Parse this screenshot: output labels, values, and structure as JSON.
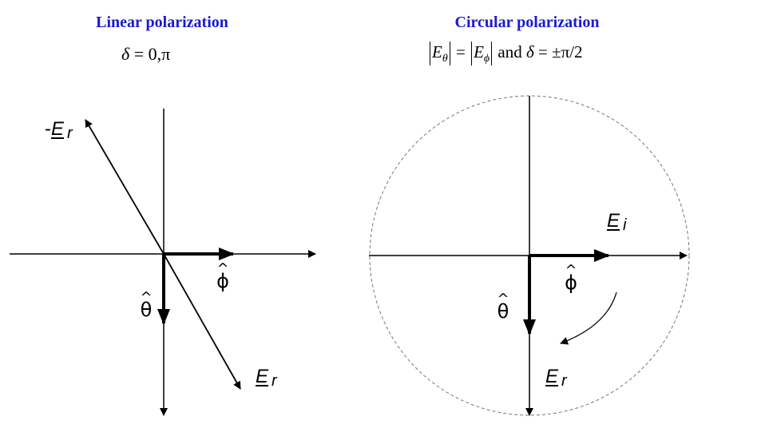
{
  "linear": {
    "title": "Linear polarization",
    "formula": {
      "delta": "δ",
      "eq": " = 0,π"
    },
    "labels": {
      "neg_er_prefix": "-",
      "er_letter": "E",
      "er_sub": "r",
      "theta": "θ",
      "phi": "ϕ",
      "hat": "^"
    }
  },
  "circular": {
    "title": "Circular polarization",
    "formula": {
      "e_theta": "E",
      "theta_sub": "θ",
      "eq1": " = ",
      "e_phi": "E",
      "phi_sub": "ϕ",
      "and_text": " and ",
      "delta": "δ",
      "eq2": " = ±π/2"
    },
    "labels": {
      "ei_letter": "E",
      "ei_sub": "i",
      "er_letter": "E",
      "er_sub": "r",
      "theta": "θ",
      "phi": "ϕ",
      "hat": "^"
    }
  }
}
